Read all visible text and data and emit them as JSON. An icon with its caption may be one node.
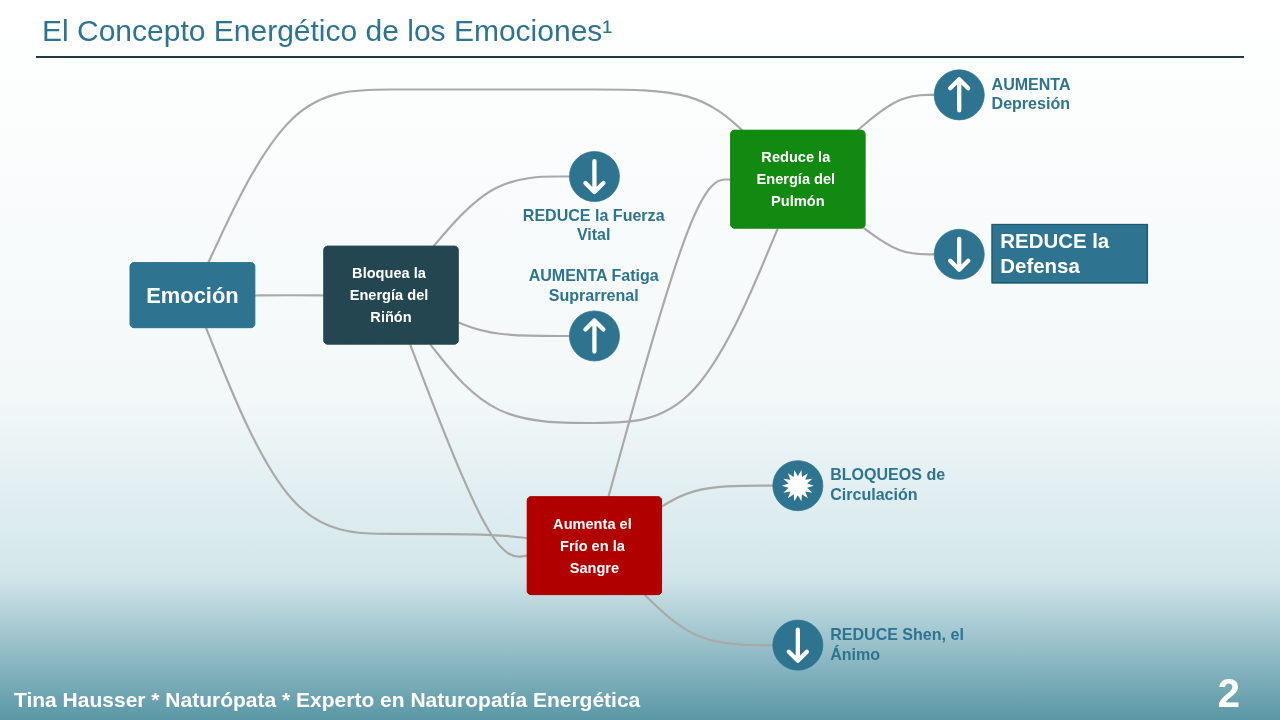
{
  "diagram": {
    "title": "El Concepto Energético de los Emociones¹",
    "caption": "Tina Hausser * Naturópata * Experto en Naturopatía Energética",
    "nodes": [
      {
        "text": [
          "Emoción"
        ]
      },
      {
        "text": [
          "Bloquea la Energía del Riñón"
        ]
      },
      {
        "text": [
          "Aumenta el Frío en la Sangre"
        ]
      },
      {
        "text": [
          "Reduce la Energía del Pulmón"
        ]
      },
      {
        "text": [],
        "shape": "circle",
        "beside": [
          "REDUCE la Fuerza Vital"
        ]
      },
      {
        "text": [],
        "shape": "circle",
        "beside": [
          "AUMENTA Fatiga Suprarrenal"
        ]
      },
      {
        "text": [],
        "shape": "circle",
        "beside": [
          "BLOQUEOS de Circulación"
        ]
      },
      {
        "text": [],
        "shape": "circle",
        "beside": [
          "REDUCE Shen, el Ánimo"
        ]
      },
      {
        "text": [],
        "shape": "circle",
        "beside": [
          "AUMENTA Depresión"
        ]
      },
      {
        "text": [],
        "shape": "circle",
        "beside": [
          "REDUCE la Defensa"
        ]
      }
    ],
    "edges": [
      {
        "from": 0,
        "to": 1,
        "arrow": "none"
      },
      {
        "from": 0,
        "to": 2,
        "arrow": "none"
      },
      {
        "from": 0,
        "to": 3,
        "arrow": "none"
      },
      {
        "from": 1,
        "to": 2,
        "arrow": "none"
      },
      {
        "from": 2,
        "to": 3,
        "arrow": "none"
      },
      {
        "from": 1,
        "to": 3,
        "arrow": "none"
      },
      {
        "from": 1,
        "to": 4,
        "arrow": "none"
      },
      {
        "from": 1,
        "to": 5,
        "arrow": "none"
      },
      {
        "from": 2,
        "to": 6,
        "arrow": "none"
      },
      {
        "from": 2,
        "to": 7,
        "arrow": "none"
      },
      {
        "from": 3,
        "to": 8,
        "arrow": "none"
      },
      {
        "from": 3,
        "to": 9,
        "arrow": "none"
      }
    ],
    "labels": [
      "2"
    ]
  }
}
